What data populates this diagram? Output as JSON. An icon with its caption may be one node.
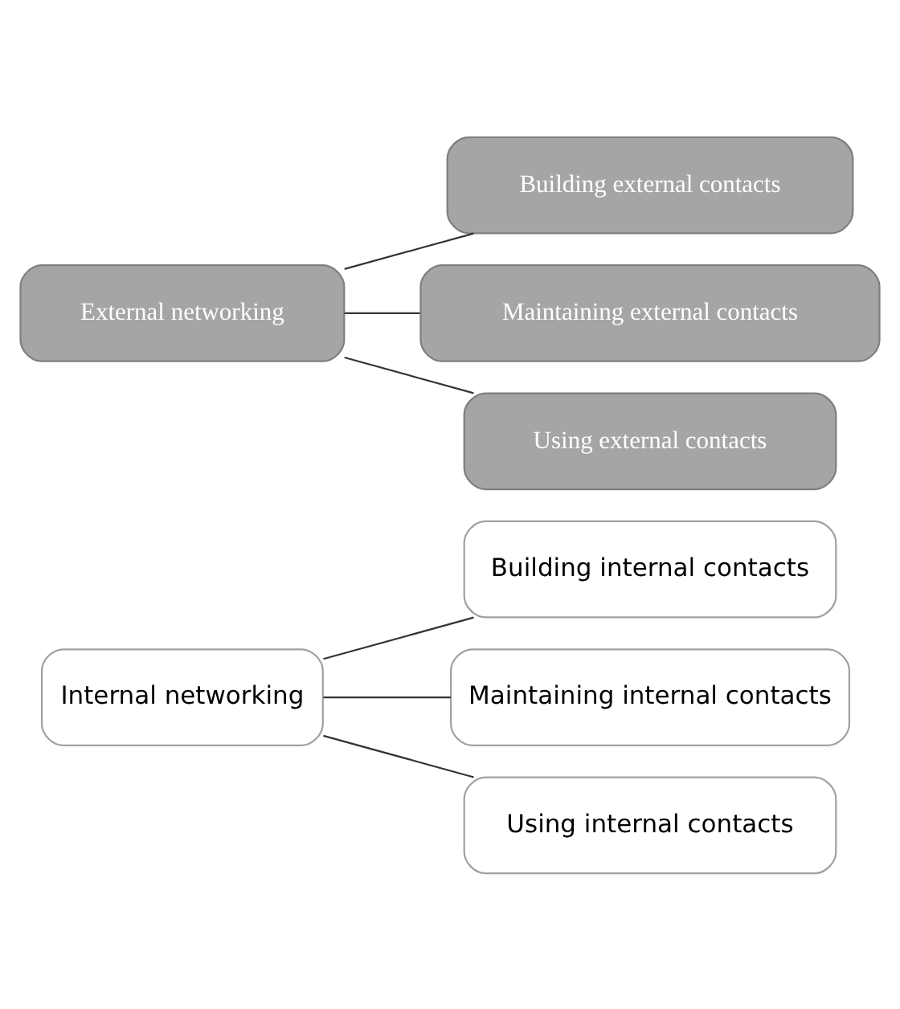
{
  "diagram": {
    "nodes": [
      {
        "text": [
          "Internal networking"
        ]
      },
      {
        "text": [
          "Building internal contacts"
        ]
      },
      {
        "text": [
          "Maintaining internal contacts"
        ]
      },
      {
        "text": [
          "Using internal contacts"
        ]
      },
      {
        "text": [
          "External networking"
        ]
      },
      {
        "text": [
          "Building external contacts"
        ]
      },
      {
        "text": [
          "Maintaining external contacts"
        ]
      },
      {
        "text": [
          "Using external contacts"
        ]
      }
    ],
    "edges": [
      {
        "from": 0,
        "to": 1,
        "arrow": "none"
      },
      {
        "from": 0,
        "to": 2,
        "arrow": "none"
      },
      {
        "from": 0,
        "to": 3,
        "arrow": "none"
      },
      {
        "from": 4,
        "to": 5,
        "arrow": "none"
      },
      {
        "from": 4,
        "to": 6,
        "arrow": "none"
      },
      {
        "from": 4,
        "to": 7,
        "arrow": "none"
      }
    ]
  }
}
